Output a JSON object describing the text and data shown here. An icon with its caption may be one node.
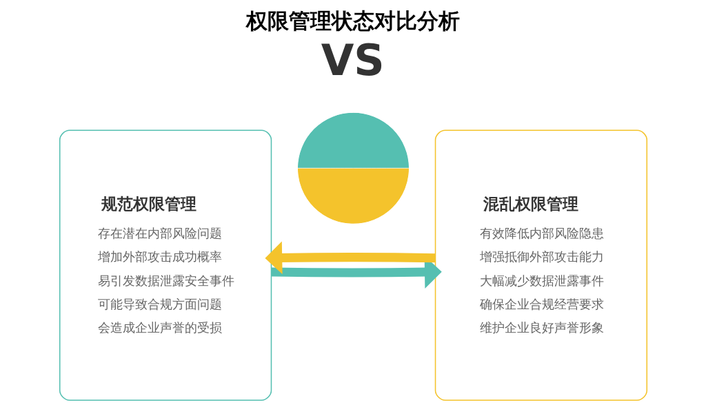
{
  "diagram": {
    "title": "权限管理状态对比分析",
    "nodes": [
      {
        "text": [
          "规范权限管理",
          "存在潜在内部风险问题",
          "增加外部攻击成功概率",
          "易引发数据泄露安全事件",
          "可能导致合规方面问题",
          "会造成企业声誉的受损"
        ]
      },
      {
        "text": [],
        "shape": "circle"
      },
      {
        "text": [
          "混乱权限管理",
          "有效降低内部风险隐患",
          "增强抵御外部攻击能力",
          "大幅减少数据泄露事件",
          "确保企业合规经营要求",
          "维护企业良好声誉形象"
        ]
      }
    ],
    "edges": [
      {
        "from": 0,
        "to": 2,
        "arrow": "to",
        "color": "#55bfb1"
      },
      {
        "from": 2,
        "to": 0,
        "arrow": "to",
        "color": "#f4c32c"
      }
    ],
    "labels": [
      "VS"
    ]
  }
}
